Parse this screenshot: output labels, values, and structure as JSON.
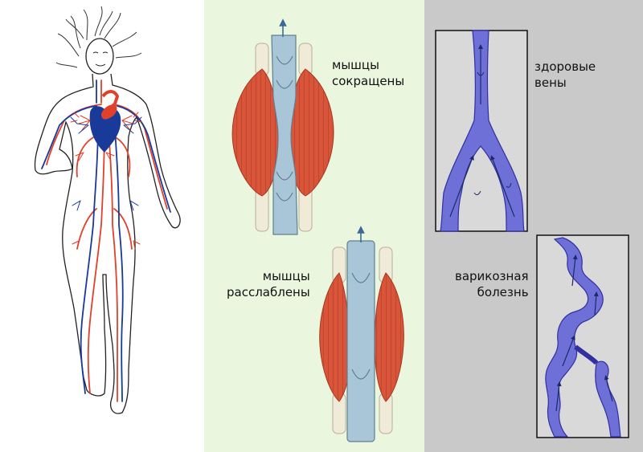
{
  "labels": {
    "muscles_contracted": [
      "мышцы",
      "сокращены"
    ],
    "muscles_relaxed": [
      "мышцы",
      "расслаблены"
    ],
    "healthy_veins": [
      "здоровые",
      "вены"
    ],
    "varicose_disease": [
      "варикозная",
      "болезнь"
    ]
  },
  "colors": {
    "artery": "#e0412b",
    "vein": "#1a3a9a",
    "muscle": "#d9553a",
    "vein_tube": "#a9c6d8",
    "healthy_vein_fill": "#6f6fd8",
    "green_panel": "#eaf6dd",
    "gray_panel": "#c9c9c9"
  }
}
